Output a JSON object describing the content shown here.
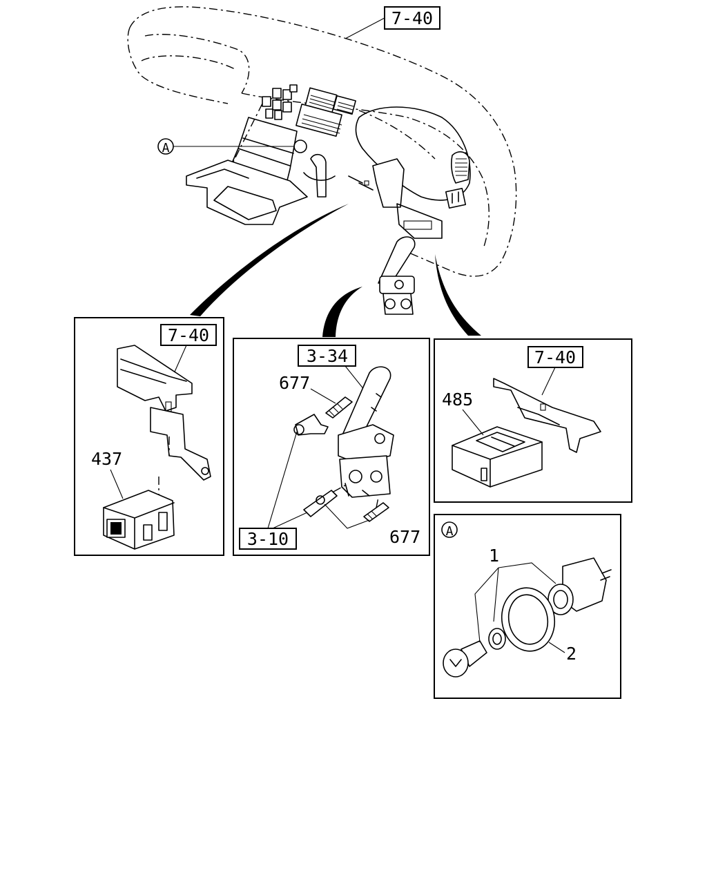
{
  "callouts": {
    "top_ref": "7-40",
    "left_ref": "7-40",
    "left_part": "437",
    "center_ref": "3-34",
    "center_part_top": "677",
    "center_part_bottom": "677",
    "center_ref_bottom": "3-10",
    "right_ref": "7-40",
    "right_part": "485",
    "detail_marker": "A",
    "detail_title": "A",
    "detail_part_1": "1",
    "detail_part_2": "2"
  }
}
